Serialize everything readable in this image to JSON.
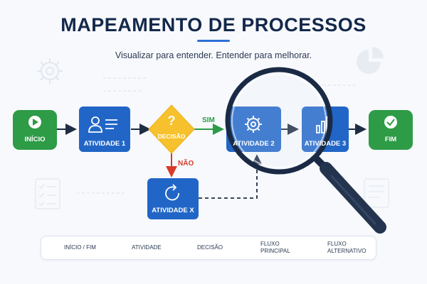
{
  "header": {
    "title": "MAPEAMENTO DE PROCESSOS",
    "subtitle": "Visualizar para entender. Entender para melhorar."
  },
  "nodes": {
    "inicio": {
      "label": "INÍCIO",
      "icon": "play-icon",
      "color": "#2e9b47"
    },
    "atividade1": {
      "label": "ATIVIDADE 1",
      "icon": "user-list-icon",
      "color": "#2166c7"
    },
    "decisao": {
      "label": "DECISÃO",
      "icon": "question-icon",
      "color": "#f6c12c"
    },
    "atividade2": {
      "label": "ATIVIDADE 2",
      "icon": "gear-icon",
      "color": "#2166c7"
    },
    "atividade3": {
      "label": "ATIVIDADE 3",
      "icon": "bar-chart-icon",
      "color": "#2166c7"
    },
    "fim": {
      "label": "FIM",
      "icon": "check-icon",
      "color": "#2e9b47"
    },
    "atividadeX": {
      "label": "ATIVIDADE X",
      "icon": "refresh-icon",
      "color": "#2166c7"
    }
  },
  "edges": {
    "sim": {
      "label": "SIM",
      "color": "#2e9b47"
    },
    "nao": {
      "label": "NÃO",
      "color": "#d63b2b"
    }
  },
  "legend": {
    "inicio_fim": "INÍCIO / FIM",
    "atividade": "ATIVIDADE",
    "decisao": "DECISÃO",
    "fluxo_principal_1": "FLUXO",
    "fluxo_principal_2": "PRINCIPAL",
    "fluxo_alternativo_1": "FLUXO",
    "fluxo_alternativo_2": "ALTERNATIVO"
  },
  "decorations": [
    "gear-icon",
    "pie-chart-icon",
    "checklist-icon",
    "magnifier-icon"
  ]
}
